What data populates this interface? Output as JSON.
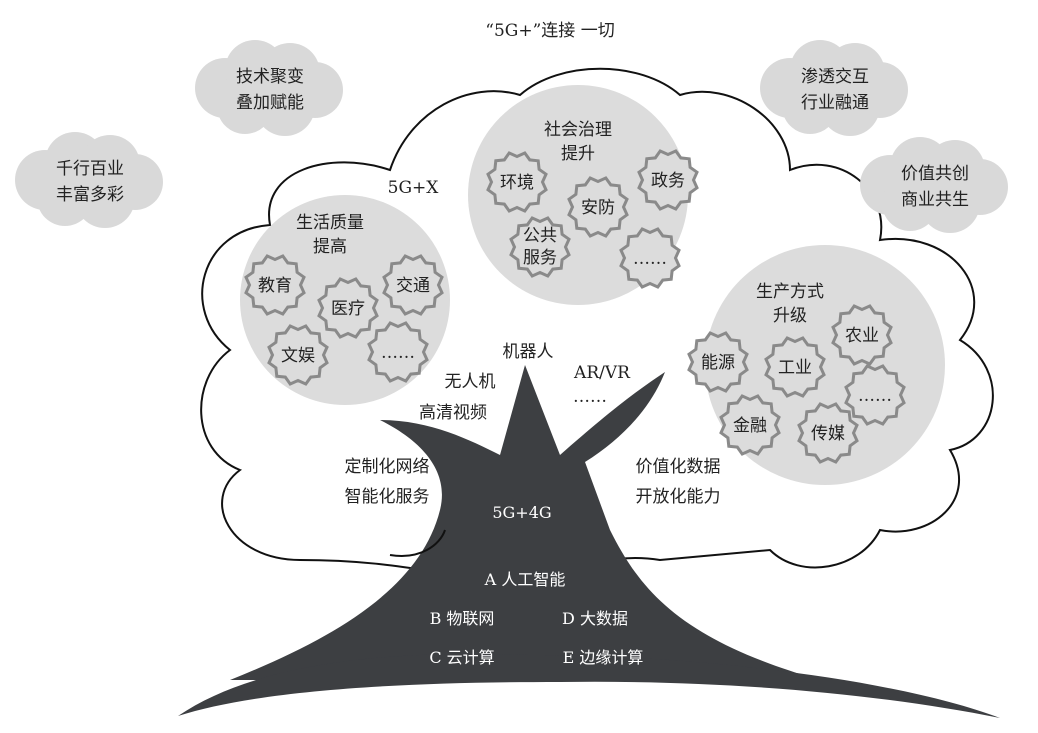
{
  "title": "“5G+”连接 一切",
  "center_label": "5G+X",
  "side_clouds": [
    {
      "lines": [
        "技术聚变",
        "叠加赋能"
      ]
    },
    {
      "lines": [
        "千行百业",
        "丰富多彩"
      ]
    },
    {
      "lines": [
        "渗透交互",
        "行业融通"
      ]
    },
    {
      "lines": [
        "价值共创",
        "商业共生"
      ]
    }
  ],
  "groups": [
    {
      "title": [
        "生活质量",
        "提高"
      ],
      "items": [
        [
          "教育"
        ],
        [
          "医疗"
        ],
        [
          "交通"
        ],
        [
          "文娱"
        ],
        [
          "……"
        ]
      ]
    },
    {
      "title": [
        "社会治理",
        "提升"
      ],
      "items": [
        [
          "环境"
        ],
        [
          "安防"
        ],
        [
          "政务"
        ],
        [
          "公共",
          "服务"
        ],
        [
          "……"
        ]
      ]
    },
    {
      "title": [
        "生产方式",
        "升级"
      ],
      "items": [
        [
          "能源"
        ],
        [
          "工业"
        ],
        [
          "农业"
        ],
        [
          "金融"
        ],
        [
          "传媒"
        ],
        [
          "……"
        ]
      ]
    }
  ],
  "branches": [
    "机器人",
    "无人机",
    "高清视频",
    "AR/VR",
    "……"
  ],
  "left_labels": [
    "定制化网络",
    "智能化服务"
  ],
  "right_labels": [
    "价值化数据",
    "开放化能力"
  ],
  "trunk": {
    "network": "5G+4G",
    "roots": [
      "A  人工智能",
      "B  物联网",
      "D  大数据",
      "C  云计算",
      "E  边缘计算"
    ]
  },
  "colors": {
    "trunk": "#3d3f42",
    "cloud_fill": "#dcdcdc",
    "gear": "#8a8a8a"
  }
}
